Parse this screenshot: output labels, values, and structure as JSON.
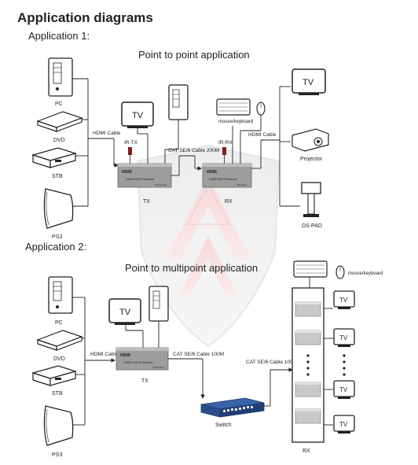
{
  "page": {
    "title": "Application diagrams",
    "app1": {
      "heading": "Application 1:",
      "subtitle": "Point to point application",
      "sources": [
        "PC",
        "DVD",
        "STB",
        "PS3"
      ],
      "hdmi_in_label": "HDMI Cable",
      "hdmi_out_label": "HDMI Cable",
      "ir_tx": "IR-TX",
      "ir_rx": "IR-RX",
      "cable_label": "CAT SE/6 Cable 200M",
      "tx_label": "TX",
      "rx_label": "RX",
      "mouse_keyboard": "mouse/keyboard",
      "tv_text": "TV",
      "sinks": [
        "Projector",
        "DS-PAD"
      ],
      "device_brand": "HDMI",
      "device_tx_model": "200M KVM IP Extender",
      "device_rx_model": "1080P/200 IP Extender",
      "device_tx_tag": "Transmitter",
      "device_rx_tag": "Receiver"
    },
    "app2": {
      "heading": "Application 2:",
      "subtitle": "Point to multipoint  application",
      "sources": [
        "PC",
        "DVD",
        "STB",
        "PS3"
      ],
      "hdmi_label": "HDMI Cable",
      "cable_label_1": "CAT SE/6 Cable 100M",
      "cable_label_2": "CAT SE/6 Cable 100M",
      "tx_label": "TX",
      "switch_label": "Switch",
      "rx_label": "RX",
      "mouse_keyboard": "mouse/keyboard",
      "tv_text": "TV",
      "device_brand": "HDMI",
      "device_tx_model": "1080P KVM IP Extender",
      "device_tx_tag": "Transmitter"
    }
  }
}
